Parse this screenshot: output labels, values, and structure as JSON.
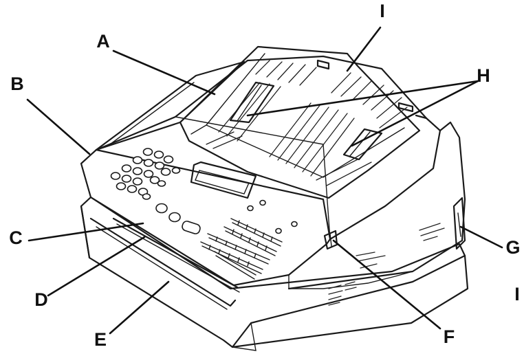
{
  "figure": {
    "labels": {
      "A": "A",
      "B": "B",
      "C": "C",
      "D": "D",
      "E": "E",
      "F": "F",
      "G": "G",
      "H": "H",
      "I_top": "I",
      "I_right": "I"
    }
  }
}
